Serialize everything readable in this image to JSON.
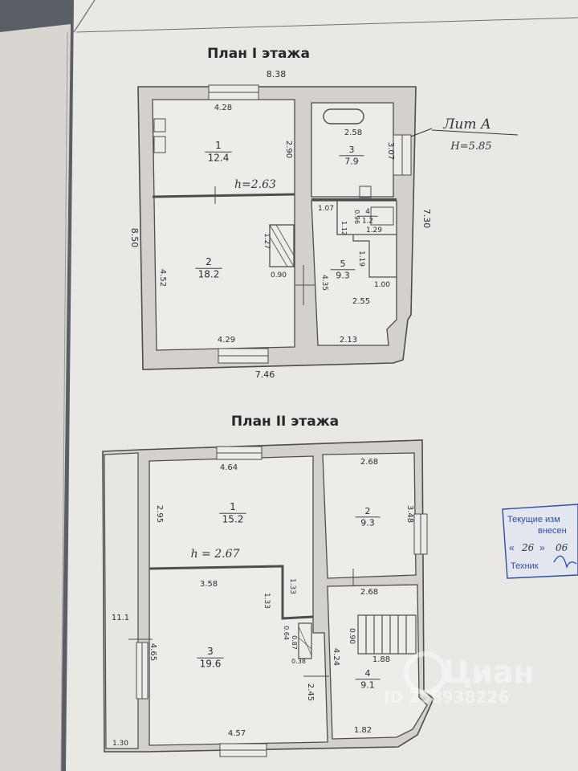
{
  "plan1": {
    "title": "План I этажа",
    "overall": {
      "top": "8.38",
      "left": "8.50",
      "bottom": "7.46",
      "right": "7.30"
    },
    "lit_label": "Лит А",
    "lit_height": "H=5.85",
    "ceiling": "h=2.63",
    "rooms": [
      {
        "num": "1",
        "area": "12.4"
      },
      {
        "num": "2",
        "area": "18.2"
      },
      {
        "num": "3",
        "area": "7.9"
      },
      {
        "num": "4",
        "area": "1.2"
      },
      {
        "num": "5",
        "area": "9.3"
      }
    ],
    "dims": [
      "4.28",
      "2.90",
      "2.58",
      "3.07",
      "1.07",
      "0.96",
      "1.29",
      "1.12",
      "1.27",
      "4.52",
      "0.90",
      "4.35",
      "1.19",
      "1.00",
      "2.55",
      "4.29",
      "2.13"
    ]
  },
  "plan2": {
    "title": "План II этажа",
    "ceiling": "h = 2.67",
    "rooms": [
      {
        "num": "1",
        "area": "15.2"
      },
      {
        "num": "2",
        "area": "9.3"
      },
      {
        "num": "3",
        "area": "19.6"
      },
      {
        "num": "4",
        "area": "9.1"
      }
    ],
    "dims": [
      "4.64",
      "2.95",
      "2.68",
      "3.48",
      "3.58",
      "1.33",
      "1.33",
      "2.68",
      "11.1",
      "0.64",
      "0.87",
      "0.38",
      "4.24",
      "0.90",
      "4.65",
      "1.88",
      "2.45",
      "1.30",
      "4.57",
      "1.82"
    ]
  },
  "stamp": {
    "line1": "Текущие изм",
    "line2": "внесен",
    "date_day": "26",
    "date_month": "06",
    "role": "Техник"
  },
  "watermark": {
    "brand": "Циан",
    "id": "ID 258938226"
  }
}
